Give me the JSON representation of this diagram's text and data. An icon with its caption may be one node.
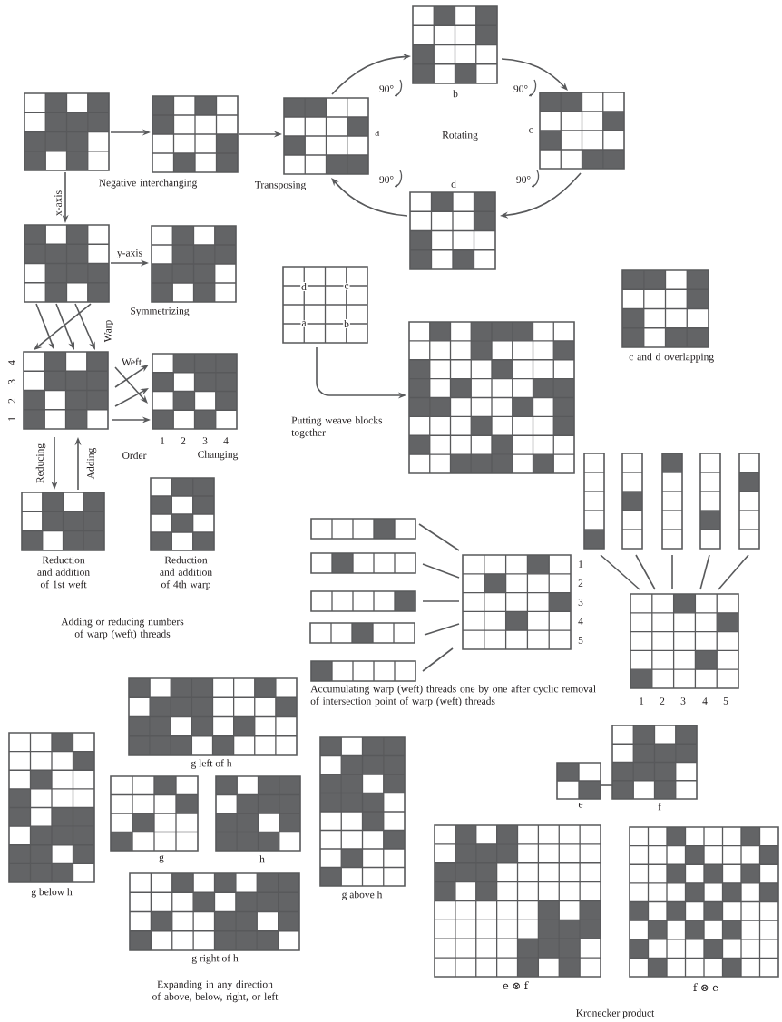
{
  "diagram": {
    "nodes": [
      {
        "text": [],
        "shape": "grid"
      },
      {
        "text": [
          "Negative interchanging"
        ]
      },
      {
        "text": [
          "a"
        ]
      },
      {
        "text": [
          "b"
        ]
      },
      {
        "text": [
          "c"
        ]
      },
      {
        "text": [
          "d"
        ]
      },
      {
        "text": [],
        "shape": "grid"
      },
      {
        "text": [],
        "shape": "grid"
      },
      {
        "text": [],
        "shape": "grid",
        "beside": [
          "4",
          "3",
          "2",
          "1"
        ]
      },
      {
        "text": [],
        "shape": "grid",
        "beside": [
          "1",
          "2",
          "3",
          "4"
        ]
      },
      {
        "text": [
          "Reduction and addition of 1st weft"
        ]
      },
      {
        "text": [
          "Reduction and addition of 4th warp"
        ]
      },
      {
        "text": [
          "d",
          "c",
          "a",
          "b"
        ]
      },
      {
        "text": [],
        "shape": "grid"
      },
      {
        "text": [
          "c and d overlapping"
        ]
      },
      {
        "text": [],
        "shape": "grid"
      },
      {
        "text": [],
        "shape": "grid"
      },
      {
        "text": [],
        "shape": "grid"
      },
      {
        "text": [],
        "shape": "grid"
      },
      {
        "text": [],
        "shape": "grid"
      },
      {
        "text": [],
        "shape": "grid",
        "beside": [
          "1",
          "2",
          "3",
          "4",
          "5"
        ]
      },
      {
        "text": [],
        "shape": "grid"
      },
      {
        "text": [],
        "shape": "grid"
      },
      {
        "text": [],
        "shape": "grid"
      },
      {
        "text": [],
        "shape": "grid"
      },
      {
        "text": [],
        "shape": "grid"
      },
      {
        "text": [],
        "shape": "grid",
        "beside": [
          "1",
          "2",
          "3",
          "4",
          "5"
        ]
      },
      {
        "text": [
          "g left of h"
        ]
      },
      {
        "text": [
          "g below h"
        ]
      },
      {
        "text": [
          "g"
        ]
      },
      {
        "text": [
          "h"
        ]
      },
      {
        "text": [
          "g right of h"
        ]
      },
      {
        "text": [
          "g above h"
        ]
      },
      {
        "text": [
          "e"
        ]
      },
      {
        "text": [
          "f"
        ]
      },
      {
        "text": [
          "e ⊗ f"
        ]
      },
      {
        "text": [
          "f ⊗ e"
        ]
      }
    ],
    "edges": [
      {
        "from": 0,
        "to": 1,
        "arrow": "to"
      },
      {
        "from": 1,
        "to": 2,
        "arrow": "to"
      },
      {
        "from": 2,
        "to": 3,
        "arrow": "to"
      },
      {
        "from": 3,
        "to": 4,
        "arrow": "to"
      },
      {
        "from": 4,
        "to": 5,
        "arrow": "to"
      },
      {
        "from": 5,
        "to": 2,
        "arrow": "to"
      },
      {
        "from": 0,
        "to": 6,
        "arrow": "to",
        "label": "x-axis"
      },
      {
        "from": 6,
        "to": 7,
        "arrow": "to",
        "label": "y-axis"
      },
      {
        "from": 6,
        "to": 8,
        "arrow": "to"
      },
      {
        "from": 6,
        "to": 8,
        "arrow": "to"
      },
      {
        "from": 6,
        "to": 8,
        "arrow": "to"
      },
      {
        "from": 6,
        "to": 8,
        "arrow": "to"
      },
      {
        "from": 8,
        "to": 9,
        "arrow": "to"
      },
      {
        "from": 8,
        "to": 9,
        "arrow": "to"
      },
      {
        "from": 8,
        "to": 9,
        "arrow": "to"
      },
      {
        "from": 8,
        "to": 9,
        "arrow": "to"
      },
      {
        "from": 8,
        "to": 10,
        "arrow": "to",
        "label": "Reducing"
      },
      {
        "from": 10,
        "to": 8,
        "arrow": "to",
        "label": "Adding"
      },
      {
        "from": 12,
        "to": 13,
        "arrow": "to"
      },
      {
        "from": 15,
        "to": 20,
        "arrow": "none"
      },
      {
        "from": 16,
        "to": 20,
        "arrow": "none"
      },
      {
        "from": 17,
        "to": 20,
        "arrow": "none"
      },
      {
        "from": 18,
        "to": 20,
        "arrow": "none"
      },
      {
        "from": 19,
        "to": 20,
        "arrow": "none"
      },
      {
        "from": 21,
        "to": 26,
        "arrow": "none"
      },
      {
        "from": 22,
        "to": 26,
        "arrow": "none"
      },
      {
        "from": 23,
        "to": 26,
        "arrow": "none"
      },
      {
        "from": 24,
        "to": 26,
        "arrow": "none"
      },
      {
        "from": 25,
        "to": 26,
        "arrow": "none"
      },
      {
        "from": 33,
        "to": 34,
        "arrow": "none"
      }
    ],
    "labels": [
      "90°",
      "90°",
      "Rotating",
      "90°",
      "90°",
      "Transposing",
      "Symmetrizing",
      "Warp",
      "Weft",
      "Order",
      "Changing",
      "Putting weave blocks together",
      "Adding or reducing numbers of warp (weft) threads",
      "Accumulating warp (weft) threads one by one after cyclic removal of intersection point of warp (weft) threads",
      "Expanding in any direction of above, below, right, or left",
      "Kronecker product"
    ]
  }
}
